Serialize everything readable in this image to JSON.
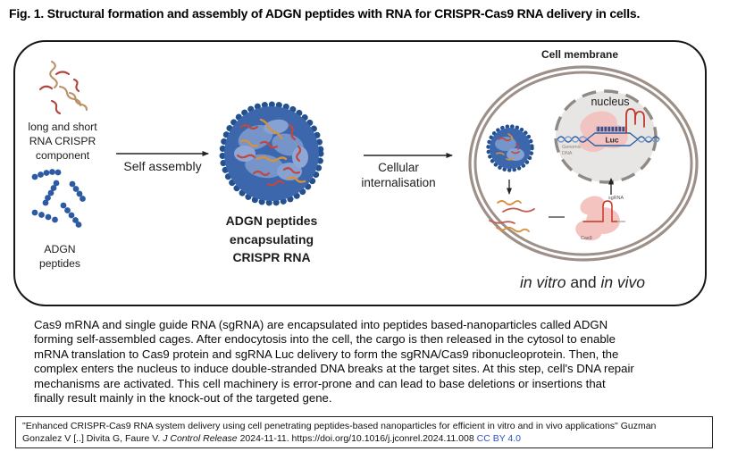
{
  "title": "Fig. 1. Structural formation and assembly of ADGN peptides with RNA for CRISPR-Cas9 RNA delivery in cells.",
  "diagram": {
    "rna_component_label": "long and short\nRNA CRISPR\ncomponent",
    "adgn_peptides_label": "ADGN\npeptides",
    "self_assembly_label": "Self assembly",
    "nanoparticle_label": "ADGN peptides\nencapsulating\nCRISPR RNA",
    "cellular_internalisation_label": "Cellular\ninternalisation",
    "cell_membrane_label": "Cell membrane",
    "nucleus_label": "nucleus",
    "luc_label": "Luc",
    "genomic_dna_label_line1": "Genomic",
    "genomic_dna_label_line2": "DNA",
    "sgrna_label": "sgRNA",
    "cas9_label": "Cas9",
    "in_vitro": "in vitro",
    "and_word": " and ",
    "in_vivo": "in vivo"
  },
  "caption": {
    "lines": [
      "Cas9 mRNA and single guide RNA (sgRNA) are encapsulated into peptides based-nanoparticles called ADGN",
      "forming self-assembled cages. After endocytosis into the cell, the cargo is then released in the cytosol to enable",
      "mRNA translation to Cas9 protein and sgRNA Luc delivery to form the sgRNA/Cas9 ribonucleoprotein. Then, the",
      "complex enters the nucleus to induce double-stranded DNA breaks at the target sites. At this step, cell's DNA repair",
      "mechanisms are activated. This cell machinery is error-prone and can lead to base deletions or insertions that",
      "finally result mainly in the knock-out of the targeted gene."
    ]
  },
  "citation": {
    "line1": "\"Enhanced CRISPR-Cas9 RNA system delivery using cell penetrating peptides-based nanoparticles for efficient in vitro and in vivo applications\" Guzman",
    "line2_prefix": "Gonzalez V [..] Divita G, Faure V. ",
    "journal": "J Control Release",
    "line2_middle": " 2024-11-11. https://doi.org/10.1016/j.jconrel.2024.11.008 ",
    "license_link": "CC BY 4.0"
  },
  "colors": {
    "peptide_blue": "#2d5ba3",
    "nanoparticle_rim_blue": "#24508f",
    "nanoparticle_fill_blue": "#3c67ac",
    "rna_red": "#b2453c",
    "rna_tan": "#bc9066",
    "rna_orange": "#d6913f",
    "membrane_taupe": "#9c9088",
    "nucleus_fill": "#e8e6e4",
    "nucleus_dash": "#8f8a85",
    "cas9_pink": "#f4c4c1",
    "dna_blue": "#2e5fa3",
    "luc_bar_purple": "#4a4880",
    "link_blue": "#2b50cc"
  }
}
